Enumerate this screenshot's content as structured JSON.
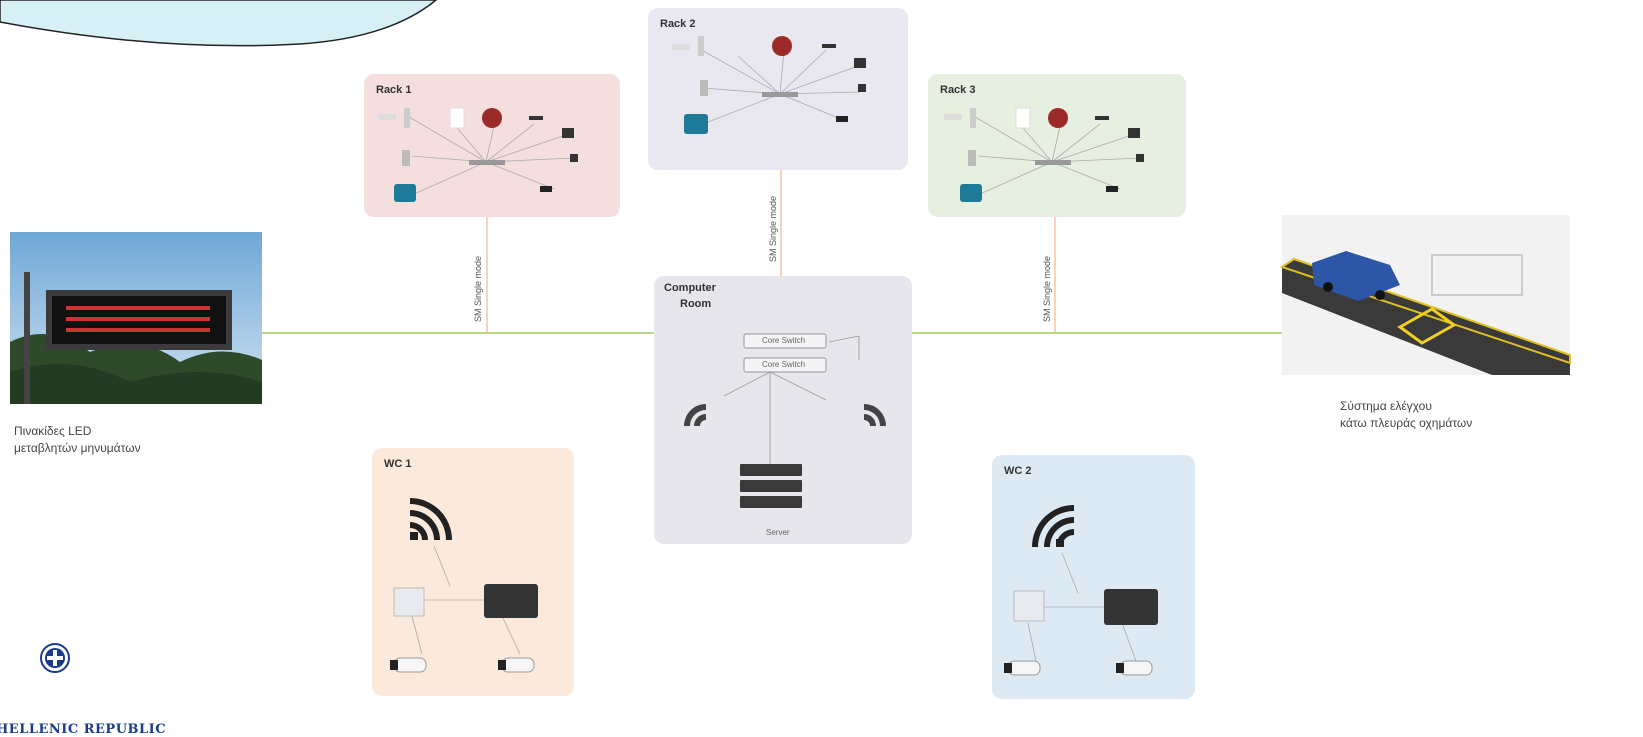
{
  "colors": {
    "rack1_bg": "#f4dede",
    "rack2_bg": "#e9e7ef",
    "rack3_bg": "#e6efe0",
    "computer_room_bg": "#e6e6ec",
    "wc1_bg": "#fbe9dc",
    "wc2_bg": "#deeaf3",
    "backbone_line": "#b9d78a",
    "fiber_line": "#f3b38a",
    "callout_fill": "#d6f0f5",
    "logo_blue": "#1a3b8a"
  },
  "racks": [
    {
      "title": "Rack 1"
    },
    {
      "title": "Rack 2"
    },
    {
      "title": "Rack 3"
    }
  ],
  "fiber_label": "SM Single mode",
  "computer_room": {
    "title_line1": "Computer",
    "title_line2": "Room",
    "switch1_label": "Core Switch",
    "switch2_label": "Core Switch",
    "server_label": "Server"
  },
  "wcs": [
    {
      "title": "WC 1"
    },
    {
      "title": "WC 2"
    }
  ],
  "led_sign": {
    "caption_line1": "Πινακίδες LED",
    "caption_line2": "μεταβλητών μηνυμάτων"
  },
  "vehicle_system": {
    "caption_line1": "Σύστημα ελέγχου",
    "caption_line2": "κάτω πλευράς οχημάτων"
  },
  "logo": {
    "text": "HELLENIC REPUBLIC"
  },
  "icons": {
    "wifi": "wifi-icon",
    "camera": "camera-icon",
    "server": "server-rack-icon",
    "switch": "network-switch-icon",
    "car": "car-icon",
    "emblem": "hellenic-emblem-icon"
  }
}
